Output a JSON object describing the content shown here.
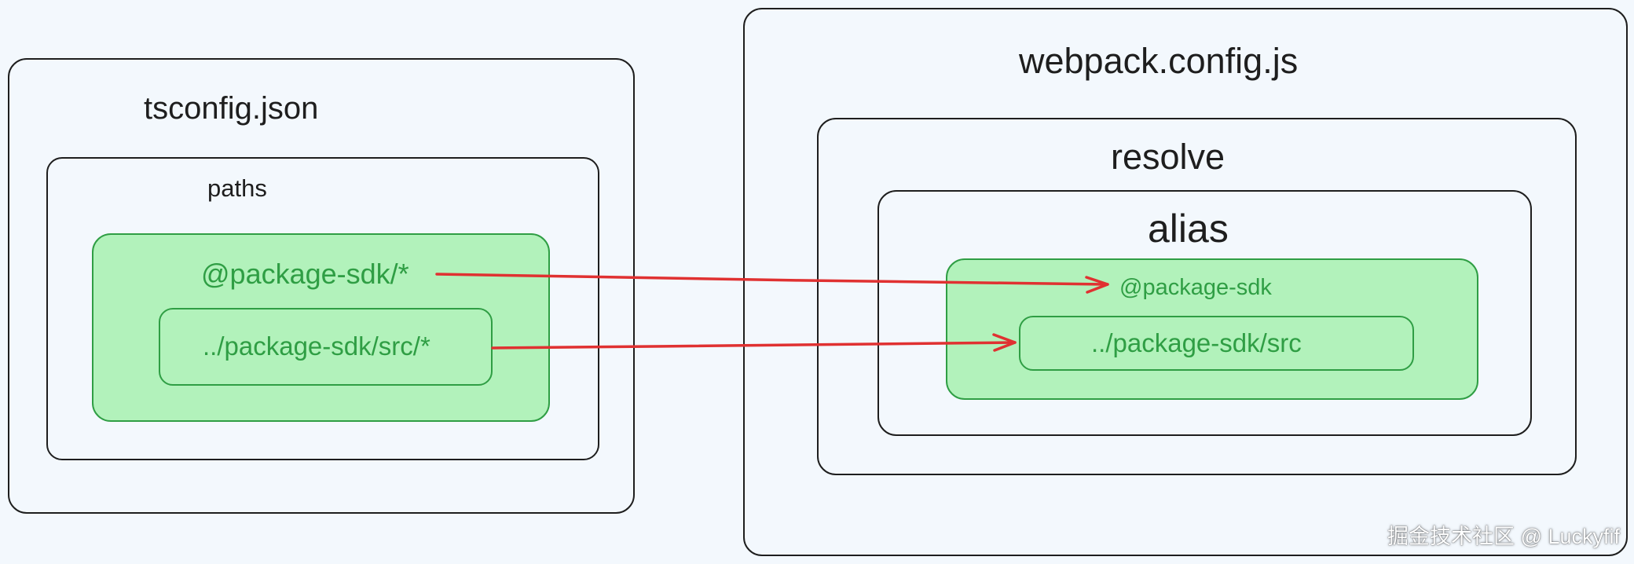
{
  "tsconfig": {
    "title": "tsconfig.json",
    "paths_label": "paths",
    "key": "@package-sdk/*",
    "value": "../package-sdk/src/*"
  },
  "webpack": {
    "title": "webpack.config.js",
    "resolve_label": "resolve",
    "alias_label": "alias",
    "key": "@package-sdk",
    "value": "../package-sdk/src"
  },
  "watermark": "掘金技术社区 @ Luckyfif",
  "colors": {
    "background": "#f3f8fd",
    "stroke": "#1e1e1e",
    "green_fill": "#b2f2bb",
    "green_stroke": "#2f9e44",
    "arrow": "#e03131"
  }
}
